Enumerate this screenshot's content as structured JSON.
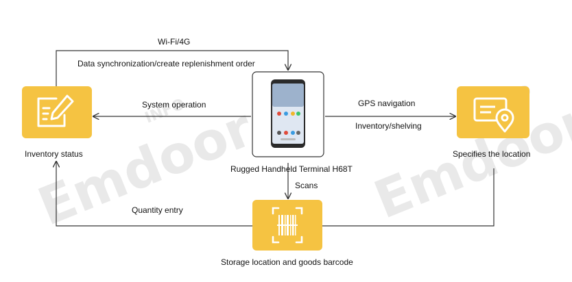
{
  "watermark": {
    "text": "Emdoor",
    "sub": "INFO"
  },
  "nodes": {
    "inventory_status": {
      "label": "Inventory status"
    },
    "terminal": {
      "label": "Rugged Handheld Terminal H68T"
    },
    "location": {
      "label": "Specifies the location"
    },
    "barcode": {
      "label": "Storage location and goods barcode"
    }
  },
  "edges": {
    "wifi": "Wi-Fi/4G",
    "sync": "Data synchronization/create replenishment order",
    "system_operation": "System operation",
    "gps": "GPS navigation",
    "shelving": "Inventory/shelving",
    "scans": "Scans",
    "quantity": "Quantity entry"
  },
  "colors": {
    "accent": "#F5C342",
    "line": "#333333",
    "watermark": "#e6e6e6"
  },
  "icons": {
    "inventory": "edit-form-icon",
    "location": "map-pin-icon",
    "barcode": "barcode-scan-icon",
    "terminal": "phone-icon"
  }
}
